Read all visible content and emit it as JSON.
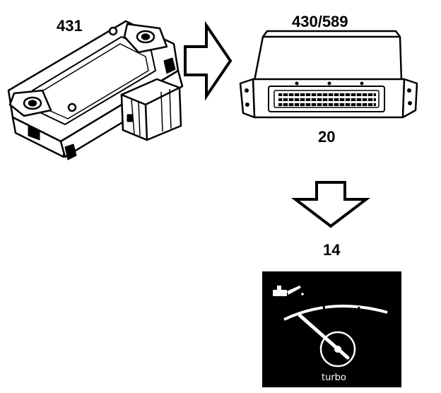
{
  "labels": {
    "sensor": "431",
    "ecu_top": "430/589",
    "ecu_bottom": "20",
    "gauge": "14"
  },
  "gauge": {
    "caption": "turbo",
    "icon": "oil-can-icon",
    "background_color": "#000000",
    "foreground_color": "#ffffff"
  },
  "arrows": [
    "arrow-right-icon",
    "arrow-down-icon"
  ]
}
